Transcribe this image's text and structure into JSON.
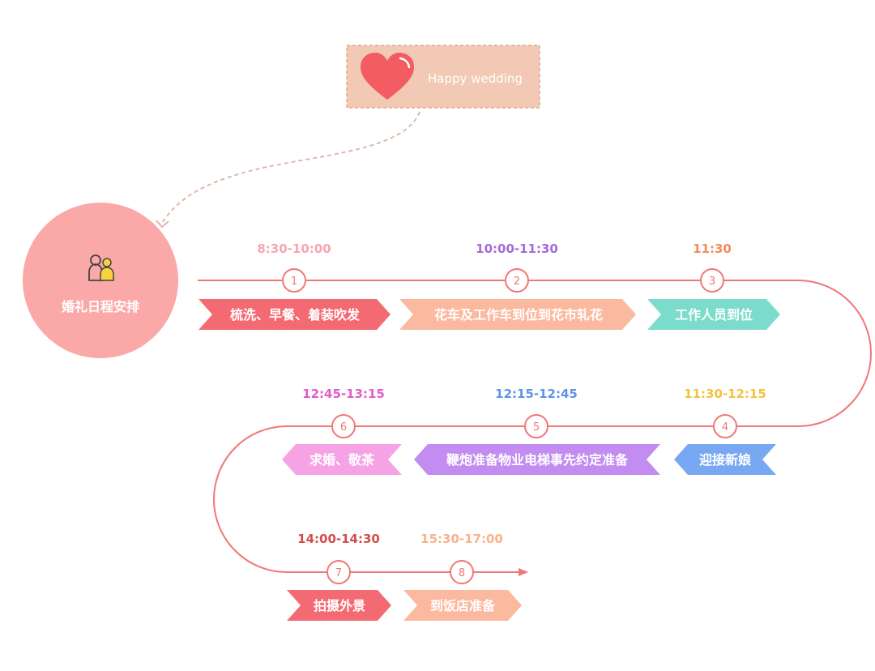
{
  "banner": {
    "text": "Happy wedding",
    "bg_color": "#f1c9b4",
    "heart_color": "#f25c62"
  },
  "center": {
    "title": "婚礼日程安排",
    "circle_color": "#fba8a8",
    "icon": "couple-icon"
  },
  "path_color": "#f07777",
  "steps": [
    {
      "num": "1",
      "time": "8:30-10:00",
      "task": "梳洗、早餐、着装吹发",
      "time_color": "#f6a6b1",
      "tag_color": "#f46a72"
    },
    {
      "num": "2",
      "time": "10:00-11:30",
      "task": "花车及工作车到位到花市轧花",
      "time_color": "#a66ad9",
      "tag_color": "#fbb9a0"
    },
    {
      "num": "3",
      "time": "11:30",
      "task": "工作人员到位",
      "time_color": "#f48b58",
      "tag_color": "#7cdccb"
    },
    {
      "num": "4",
      "time": "11:30-12:15",
      "task": "迎接新娘",
      "time_color": "#f4c23e",
      "tag_color": "#79a8f2"
    },
    {
      "num": "5",
      "time": "12:15-12:45",
      "task": "鞭炮准备物业电梯事先约定准备",
      "time_color": "#5e93e6",
      "tag_color": "#c28cf0"
    },
    {
      "num": "6",
      "time": "12:45-13:15",
      "task": "求婚、敬茶",
      "time_color": "#e25cc9",
      "tag_color": "#f6a3e6"
    },
    {
      "num": "7",
      "time": "14:00-14:30",
      "task": "拍摄外景",
      "time_color": "#d24c4c",
      "tag_color": "#f46a72"
    },
    {
      "num": "8",
      "time": "15:30-17:00",
      "task": "到饭店准备",
      "time_color": "#f8b38a",
      "tag_color": "#fbb9a0"
    }
  ]
}
